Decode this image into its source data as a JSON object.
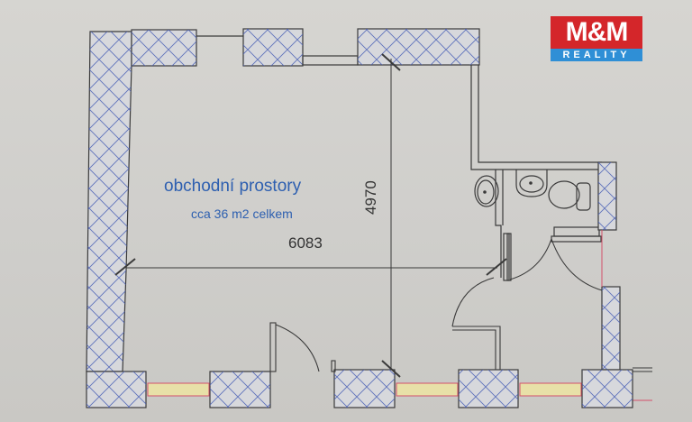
{
  "logo": {
    "brand": "M&M",
    "subtitle": "REALITY",
    "colors": {
      "red": "#d4262a",
      "blue": "#2f8fd6"
    }
  },
  "plan": {
    "room_name": "obchodní prostory",
    "room_area": "cca 36 m2 celkem",
    "dimension_width": "6083",
    "dimension_depth": "4970",
    "colors": {
      "wall_outline": "#3a3a3a",
      "hatch": "#4a5fb5",
      "window_frame": "#d4506a",
      "window_glass": "#e8e0a8"
    }
  }
}
